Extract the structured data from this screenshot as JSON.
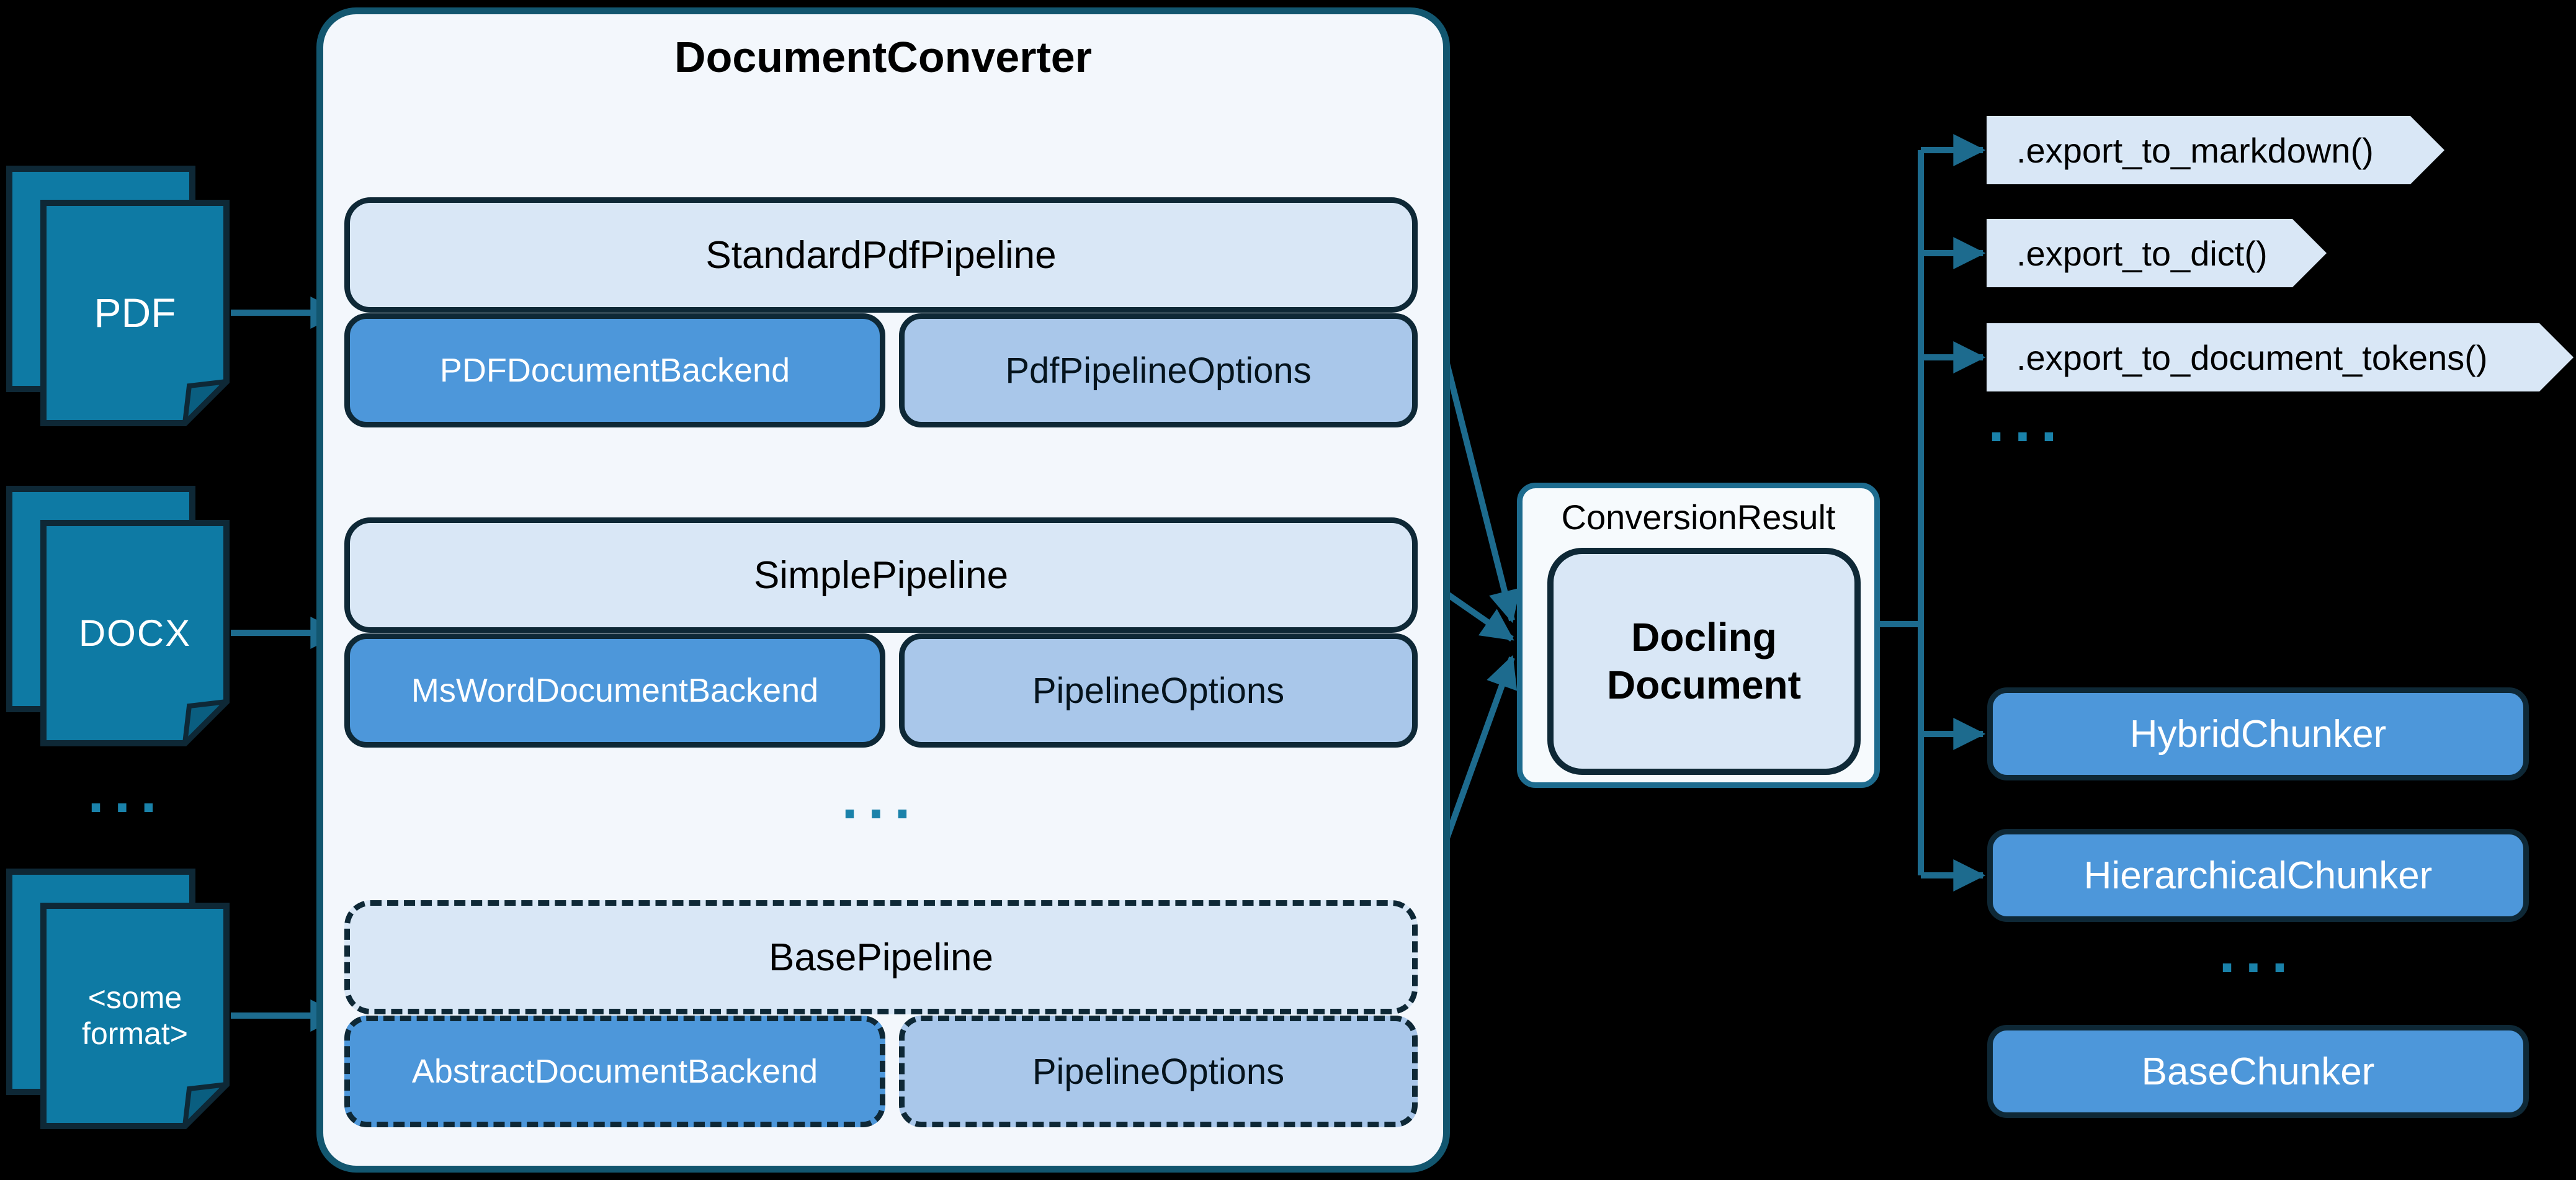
{
  "title": "DocumentConverter",
  "inputs": {
    "pdf": "PDF",
    "docx": "DOCX",
    "ellipsis": "...",
    "some_format": "<some format>"
  },
  "converter": {
    "pipelines": [
      {
        "name": "StandardPdfPipeline",
        "backend": "PDFDocumentBackend",
        "options": "PdfPipelineOptions"
      },
      {
        "name": "SimplePipeline",
        "backend": "MsWordDocumentBackend",
        "options": "PipelineOptions"
      },
      {
        "name": "BasePipeline",
        "backend": "AbstractDocumentBackend",
        "options": "PipelineOptions"
      }
    ],
    "ellipsis": "..."
  },
  "result": {
    "label": "ConversionResult",
    "document": "Docling Document"
  },
  "exports": {
    "methods": [
      ".export_to_markdown()",
      ".export_to_dict()",
      ".export_to_document_tokens()"
    ],
    "ellipsis": "..."
  },
  "chunkers": {
    "items": [
      "HybridChunker",
      "HierarchicalChunker"
    ],
    "ellipsis": "...",
    "base": "BaseChunker"
  },
  "colors": {
    "accent_teal": "#1d6b8e",
    "dots_teal": "#1a82aa",
    "document_fill": "#0e7aa4",
    "backend_blue": "#4d97da",
    "options_blue": "#a9c7ea",
    "panel_light": "#d9e7f6",
    "converter_border": "#12566f",
    "ink": "#0e2836"
  }
}
